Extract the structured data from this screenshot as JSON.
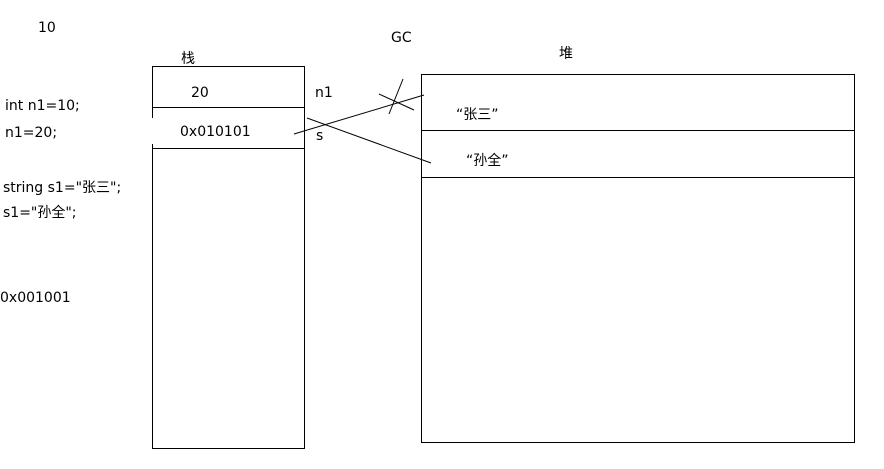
{
  "top_number": "10",
  "gc_label": "GC",
  "stack": {
    "title": "栈",
    "cell_value": "20",
    "cell_address": "0x010101"
  },
  "heap": {
    "title": "堆",
    "entry_1": "“张三”",
    "entry_2": "“孙全”"
  },
  "var_labels": {
    "n1": "n1",
    "s": "s"
  },
  "code_lines": [
    "int n1=10;",
    "n1=20;",
    "string s1=\"张三\";",
    "s1=\"孙全\";",
    "0x001001"
  ]
}
